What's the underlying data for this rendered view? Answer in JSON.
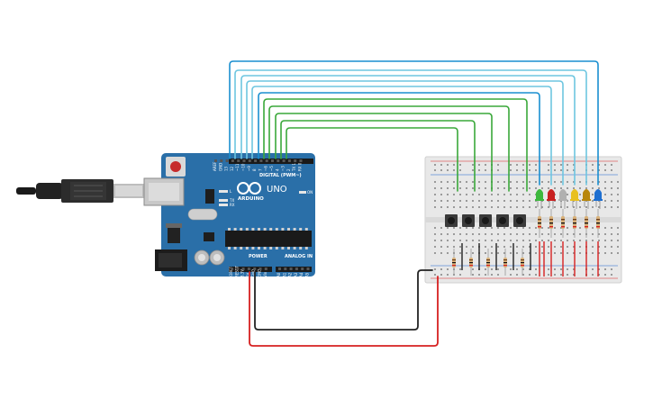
{
  "board": {
    "model_label": "UNO",
    "brand_label": "ARDUINO",
    "digital_label": "DIGITAL (PWM~)",
    "power_label": "POWER",
    "analog_label": "ANALOG IN",
    "tx_label": "TX",
    "rx_label": "RX",
    "l_label": "L",
    "on_label": "ON",
    "digital_pins": [
      "AREF",
      "GND",
      "13",
      "12",
      "~11",
      "~10",
      "~9",
      "8",
      "7",
      "~6",
      "~5",
      "4",
      "~3",
      "2",
      "TX 1",
      "RX 0"
    ],
    "power_pins": [
      "IOREF",
      "RESET",
      "3.3V",
      "5V",
      "GND",
      "GND",
      "Vin"
    ],
    "analog_pins": [
      "A0",
      "A1",
      "A2",
      "A3",
      "A4",
      "A5"
    ]
  },
  "colors": {
    "board": "#2a6fa8",
    "wire_blue": "#1a8fd0",
    "wire_lightblue": "#6ec6e0",
    "wire_green": "#3aa83a",
    "wire_red": "#d62020",
    "wire_black": "#222222",
    "breadboard": "#e8e8e8"
  },
  "leds": [
    {
      "color": "#3db83d"
    },
    {
      "color": "#c82020"
    },
    {
      "color": "#b0b0b0"
    },
    {
      "color": "#e8c020"
    },
    {
      "color": "#b8860b"
    },
    {
      "color": "#1e6fd0"
    }
  ],
  "buttons_count": 5
}
